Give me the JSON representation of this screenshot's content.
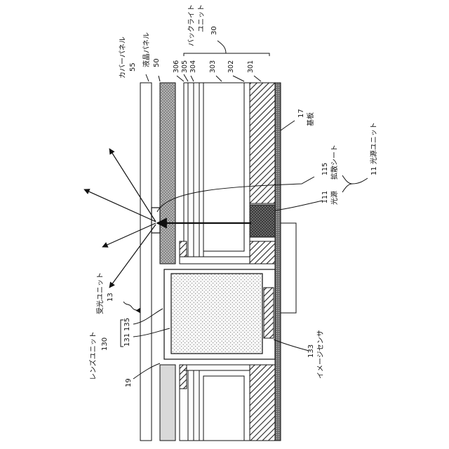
{
  "labels": {
    "cover_panel": "カバーパネル",
    "cover_panel_num": "55",
    "lcd_panel": "液晶パネル",
    "lcd_panel_num": "50",
    "backlight": "バックライト",
    "backlight2": "ユニット",
    "backlight_num": "30",
    "n306": "306",
    "n305": "305",
    "n304": "304",
    "n303": "303",
    "n302": "302",
    "n301": "301",
    "n17": "17",
    "substrate": "基板",
    "light_source_unit": "11 光源ユニット",
    "n115": "115",
    "diffuse_sheet": "拡散シート",
    "n111": "111",
    "light_source": "光源",
    "light_receiving_unit": "受光ユニット",
    "n13": "13",
    "lens_unit": "レンズユニット",
    "n130": "130",
    "n131": "131",
    "n135": "135",
    "n19": "19",
    "n133": "133",
    "image_sensor": "イメージセンサ"
  },
  "colors": {
    "line": "#111111",
    "lcd_fill": "#9a9a9a",
    "lens_gray": "#d9d9d9",
    "hatch": "#222222"
  }
}
